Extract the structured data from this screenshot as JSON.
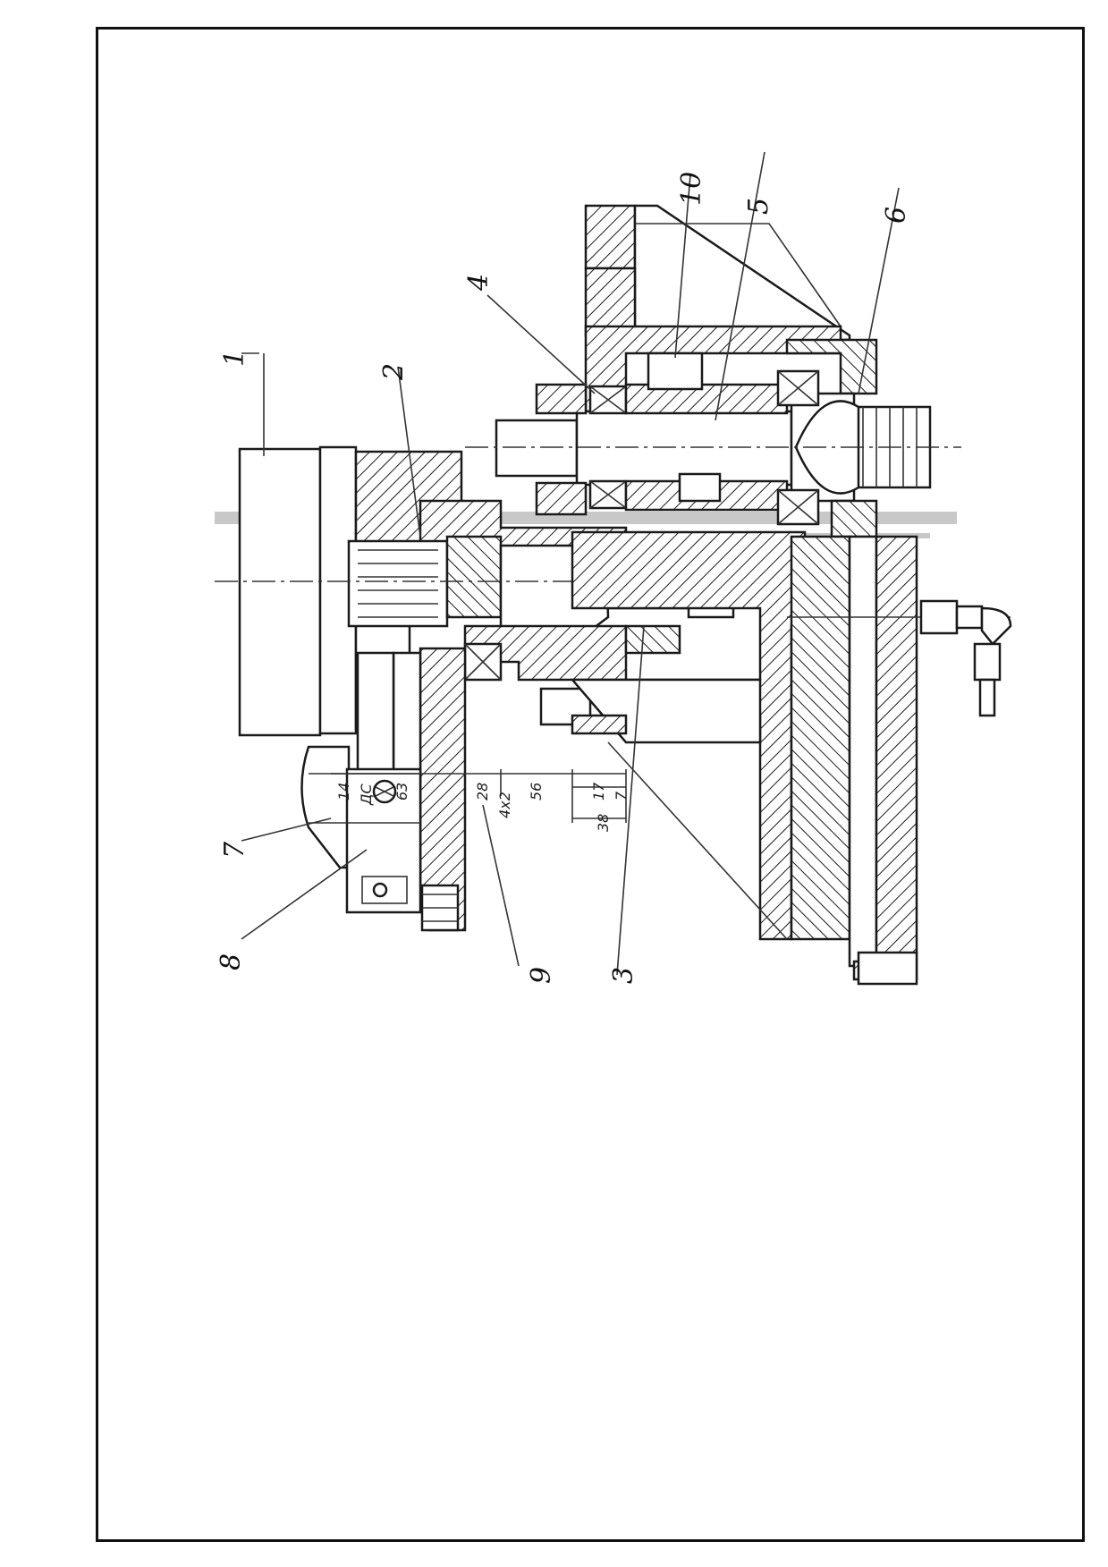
{
  "drawing": {
    "callouts": [
      "1",
      "2",
      "3",
      "4",
      "5",
      "6",
      "7",
      "8",
      "9",
      "10"
    ],
    "dimensions": [
      "14",
      "ДС",
      "63",
      "28",
      "4х2",
      "56",
      "17",
      "7",
      "38"
    ]
  }
}
